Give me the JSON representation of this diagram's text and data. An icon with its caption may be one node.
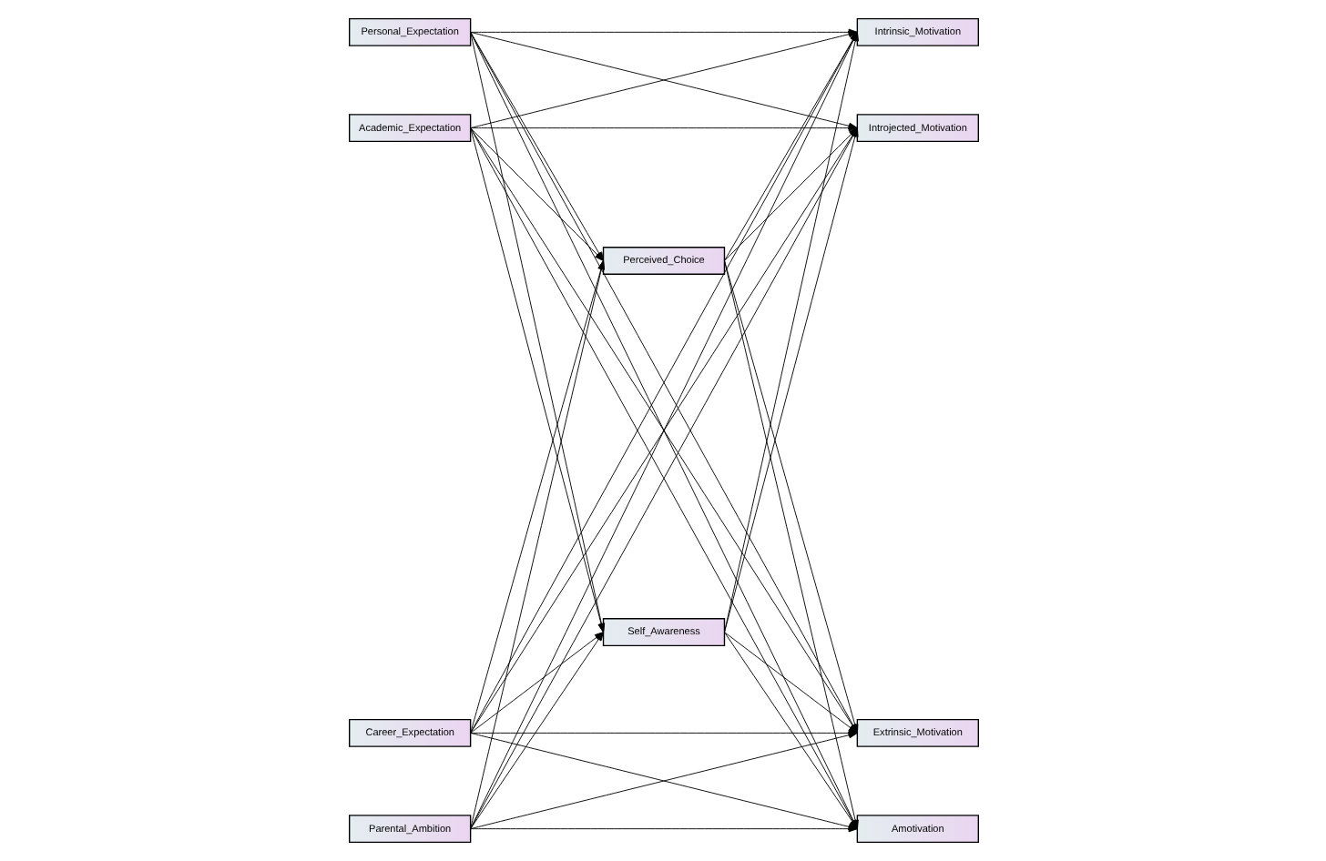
{
  "diagram": {
    "nodes": [
      {
        "text": [
          "Perceived_Choice"
        ]
      },
      {
        "text": [
          "Personal_Expectation"
        ]
      },
      {
        "text": [
          "Academic_Expectation"
        ]
      },
      {
        "text": [
          "Career_Expectation"
        ]
      },
      {
        "text": [
          "Parental_Ambition"
        ]
      },
      {
        "text": [
          "Intrinsic_Motivation"
        ]
      },
      {
        "text": [
          "Introjected_Motivation"
        ]
      },
      {
        "text": [
          "Extrinsic_Motivation"
        ]
      },
      {
        "text": [
          "Amotivation"
        ]
      },
      {
        "text": [
          "Self_Awareness"
        ]
      }
    ],
    "edges": [
      {
        "from": 1,
        "to": 0,
        "arrow": "to"
      },
      {
        "from": 2,
        "to": 0,
        "arrow": "to"
      },
      {
        "from": 3,
        "to": 0,
        "arrow": "to"
      },
      {
        "from": 4,
        "to": 0,
        "arrow": "to"
      },
      {
        "from": 1,
        "to": 9,
        "arrow": "to"
      },
      {
        "from": 2,
        "to": 9,
        "arrow": "to"
      },
      {
        "from": 3,
        "to": 9,
        "arrow": "to"
      },
      {
        "from": 4,
        "to": 9,
        "arrow": "to"
      },
      {
        "from": 1,
        "to": 5,
        "arrow": "to"
      },
      {
        "from": 1,
        "to": 6,
        "arrow": "to"
      },
      {
        "from": 1,
        "to": 7,
        "arrow": "to"
      },
      {
        "from": 1,
        "to": 8,
        "arrow": "to"
      },
      {
        "from": 2,
        "to": 5,
        "arrow": "to"
      },
      {
        "from": 2,
        "to": 6,
        "arrow": "to"
      },
      {
        "from": 2,
        "to": 7,
        "arrow": "to"
      },
      {
        "from": 2,
        "to": 8,
        "arrow": "to"
      },
      {
        "from": 3,
        "to": 5,
        "arrow": "to"
      },
      {
        "from": 3,
        "to": 6,
        "arrow": "to"
      },
      {
        "from": 3,
        "to": 7,
        "arrow": "to"
      },
      {
        "from": 3,
        "to": 8,
        "arrow": "to"
      },
      {
        "from": 4,
        "to": 5,
        "arrow": "to"
      },
      {
        "from": 4,
        "to": 6,
        "arrow": "to"
      },
      {
        "from": 4,
        "to": 7,
        "arrow": "to"
      },
      {
        "from": 4,
        "to": 8,
        "arrow": "to"
      },
      {
        "from": 0,
        "to": 5,
        "arrow": "to"
      },
      {
        "from": 0,
        "to": 6,
        "arrow": "to"
      },
      {
        "from": 0,
        "to": 7,
        "arrow": "to"
      },
      {
        "from": 0,
        "to": 8,
        "arrow": "to"
      },
      {
        "from": 9,
        "to": 5,
        "arrow": "to"
      },
      {
        "from": 9,
        "to": 6,
        "arrow": "to"
      },
      {
        "from": 9,
        "to": 7,
        "arrow": "to"
      },
      {
        "from": 9,
        "to": 8,
        "arrow": "to"
      }
    ]
  }
}
